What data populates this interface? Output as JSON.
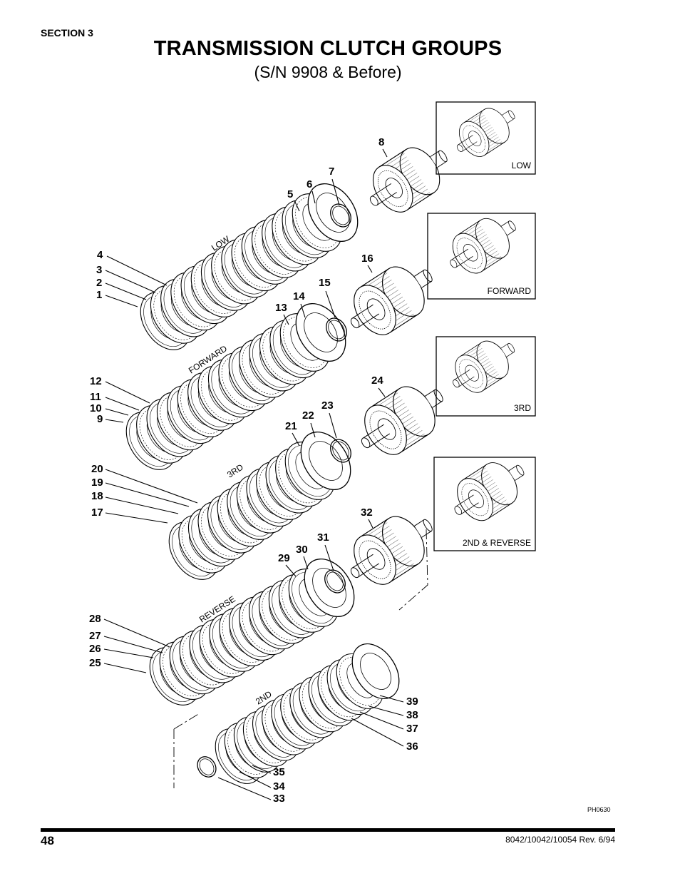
{
  "header": {
    "section": "SECTION 3",
    "title": "TRANSMISSION CLUTCH GROUPS",
    "subtitle": "(S/N 9908 & Before)"
  },
  "groups": {
    "low": "LOW",
    "forward": "FORWARD",
    "third": "3RD",
    "reverse": "REVERSE",
    "second": "2ND"
  },
  "insets": {
    "low": "LOW",
    "forward": "FORWARD",
    "third": "3RD",
    "second_reverse": "2ND & REVERSE"
  },
  "callouts": [
    "1",
    "2",
    "3",
    "4",
    "5",
    "6",
    "7",
    "8",
    "9",
    "10",
    "11",
    "12",
    "13",
    "14",
    "15",
    "16",
    "17",
    "18",
    "19",
    "20",
    "21",
    "22",
    "23",
    "24",
    "25",
    "26",
    "27",
    "28",
    "29",
    "30",
    "31",
    "32",
    "33",
    "34",
    "35",
    "36",
    "37",
    "38",
    "39"
  ],
  "footer": {
    "photo_code": "PH0630",
    "page_number": "48",
    "revision": "8042/10042/10054 Rev. 6/94"
  }
}
